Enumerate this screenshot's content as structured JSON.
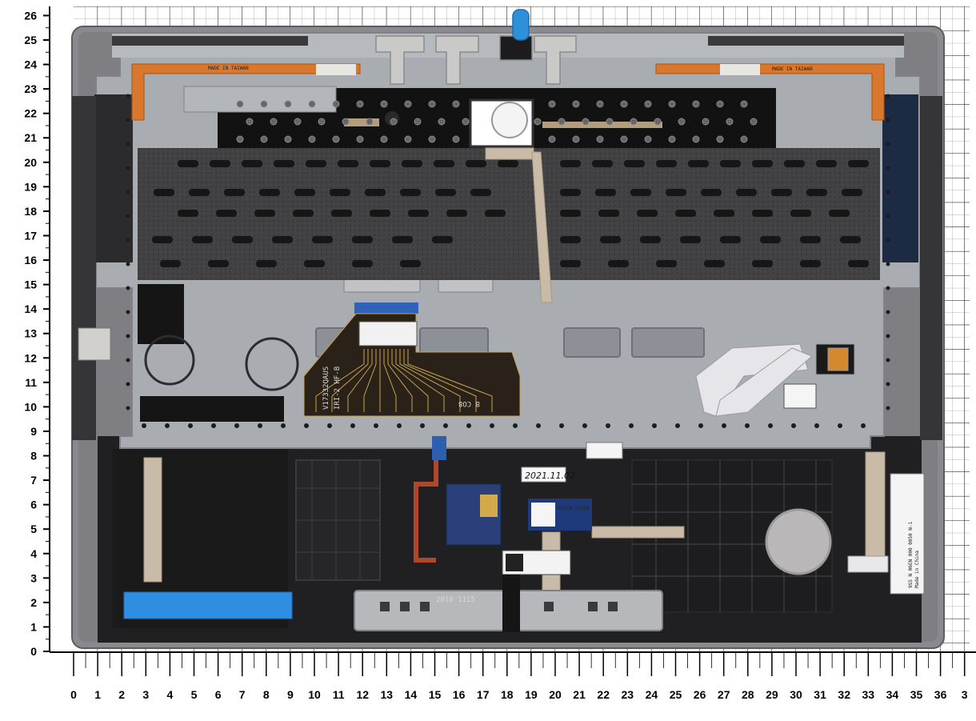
{
  "ruler": {
    "x_ticks": [
      "0",
      "1",
      "2",
      "3",
      "4",
      "5",
      "6",
      "7",
      "8",
      "9",
      "10",
      "11",
      "12",
      "13",
      "14",
      "15",
      "16",
      "17",
      "18",
      "19",
      "20",
      "21",
      "22",
      "23",
      "24",
      "25",
      "26",
      "27",
      "28",
      "29",
      "30",
      "31",
      "32",
      "33",
      "34",
      "35",
      "36",
      "3"
    ],
    "y_ticks": [
      "0",
      "1",
      "2",
      "3",
      "4",
      "5",
      "6",
      "7",
      "8",
      "9",
      "10",
      "11",
      "12",
      "13",
      "14",
      "15",
      "16",
      "17",
      "18",
      "19",
      "20",
      "21",
      "22",
      "23",
      "24",
      "25",
      "26"
    ]
  },
  "labels": {
    "flex_cable_marking": "V17332QAUS",
    "flex_cable_marking_2": "IRI-2 HF-B",
    "flex_cable_code": "8 CO8",
    "handwritten_note": "2021.11.02",
    "sticker_top": "MADE IN TAIWAN",
    "side_sticker": "9SS N 06EN 000 0050 N-1",
    "touchpad_code": "2018 1115",
    "touchpad_code_2": "SH718-23258",
    "label_bottom": "Made in China"
  },
  "colors": {
    "frame": "#8a8a8e",
    "bracket": "#a9acb1",
    "keyboard_felt": "#3b3b3d",
    "flex_orange": "#d9772c",
    "foam_blue": "#2e8fe0",
    "tape": "#c9bba8",
    "touchpad_bg": "#1b1b1c"
  }
}
